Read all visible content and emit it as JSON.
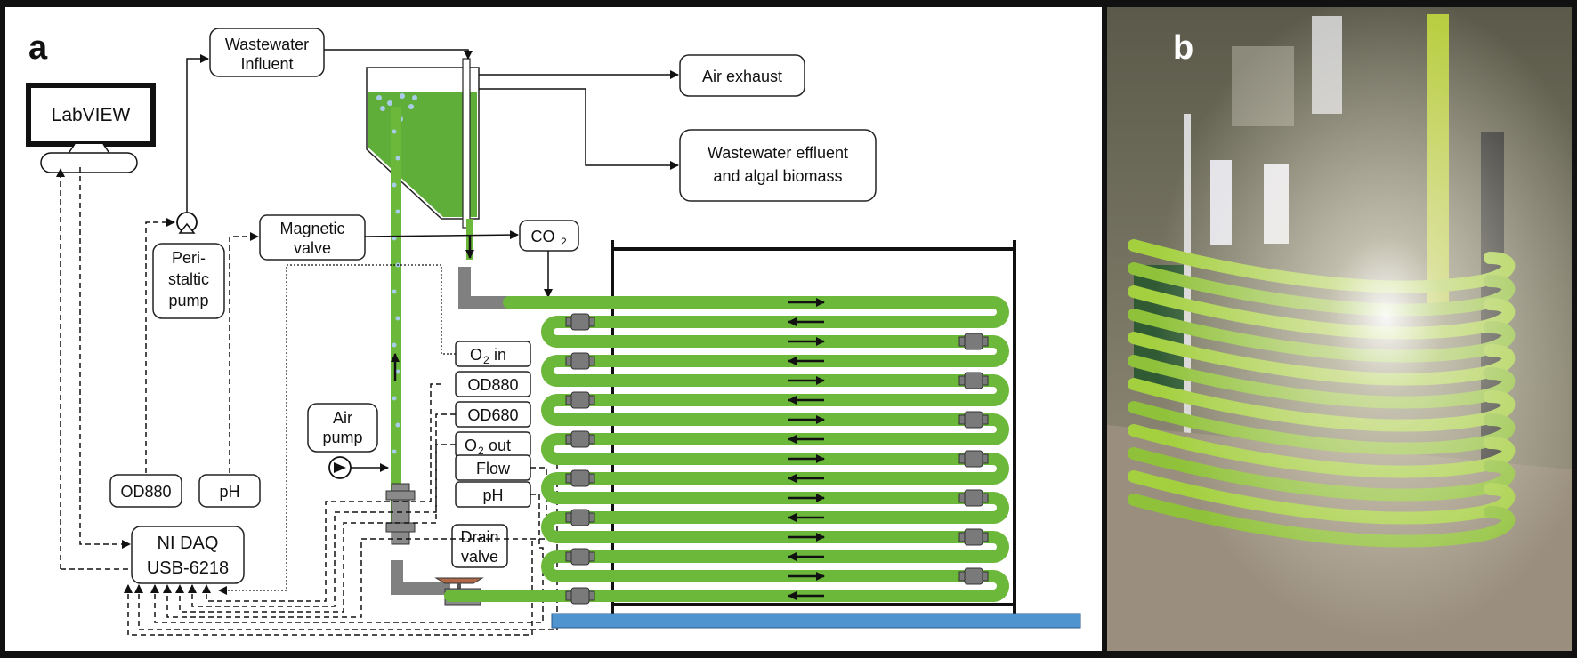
{
  "panel_a": {
    "letter": "a",
    "labview": "LabVIEW",
    "wastewater_influent": [
      "Wastewater",
      "Influent"
    ],
    "air_exhaust": "Air exhaust",
    "wastewater_effluent": [
      "Wastewater effluent",
      "and algal biomass"
    ],
    "magnetic_valve": [
      "Magnetic",
      "valve"
    ],
    "co2": "CO",
    "co2_sub": "2",
    "peristaltic_pump": [
      "Peri-",
      "staltic",
      "pump"
    ],
    "air_pump": [
      "Air",
      "pump"
    ],
    "od880_left": "OD880",
    "ph_left": "pH",
    "ni_daq": [
      "NI DAQ",
      "USB-6218"
    ],
    "o2_in": "O",
    "o2_in_sub": "2",
    "o2_in_suffix": " in",
    "od880": "OD880",
    "od680": "OD680",
    "o2_out": "O",
    "o2_out_sub": "2",
    "o2_out_suffix": " out",
    "flow": "Flow",
    "ph": "pH",
    "drain_valve": [
      "Drain",
      "valve"
    ],
    "colors": {
      "tube": "#6cb83a",
      "culture": "#5fae3a",
      "bubble": "#a9cde8",
      "connector": "#7a7a7a",
      "base": "#4f93cf",
      "valve_cap": "#b06a4a"
    }
  },
  "panel_b": {
    "letter": "b"
  }
}
